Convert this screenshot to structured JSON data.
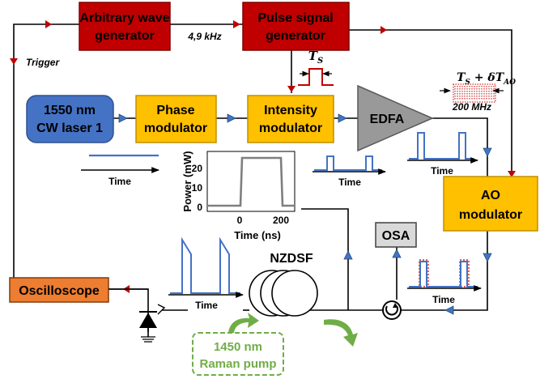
{
  "blocks": {
    "awg": {
      "line1": "Arbitrary wave",
      "line2": "generator",
      "fill": "#c00000"
    },
    "psg": {
      "line1": "Pulse signal",
      "line2": "generator",
      "fill": "#c00000"
    },
    "laser": {
      "line1": "1550 nm",
      "line2": "CW laser 1",
      "fill": "#4472c4"
    },
    "phase": {
      "line1": "Phase",
      "line2": "modulator",
      "fill": "#ffc000"
    },
    "intensity": {
      "line1": "Intensity",
      "line2": "modulator",
      "fill": "#ffc000"
    },
    "edfa": {
      "label": "EDFA",
      "fill": "#999999"
    },
    "ao": {
      "line1": "AO",
      "line2": "modulator",
      "fill": "#ffc000"
    },
    "osa": {
      "label": "OSA",
      "fill": "#d9d9d9"
    },
    "scope": {
      "label": "Oscilloscope",
      "fill": "#ed7d31"
    },
    "pump": {
      "line1": "1450 nm",
      "line2": "Raman pump",
      "color": "#70ad47"
    }
  },
  "labels": {
    "freq": "4,9 kHz",
    "trigger": "Trigger",
    "ts_main": "T",
    "ts_sub": "S",
    "ts2_main": "T",
    "ts2_sub": "S",
    "ts2_plus": " + δT",
    "ts2_sub2": "AO",
    "mhz": "200 MHz",
    "fiber": "NZDSF",
    "time1": "Time",
    "time2": "Time",
    "time3": "Time",
    "time4": "Time",
    "time5": "Time"
  },
  "inset": {
    "ylabel": "Power (mW)",
    "xlabel": "Time (ns)",
    "yticks": [
      "0",
      "10",
      "20"
    ],
    "xticks": [
      "0",
      "200"
    ]
  },
  "colors": {
    "signal": "#4472c4",
    "arrow": "#1f4e79",
    "red": "#c00000",
    "trace": "#7f7f7f"
  }
}
